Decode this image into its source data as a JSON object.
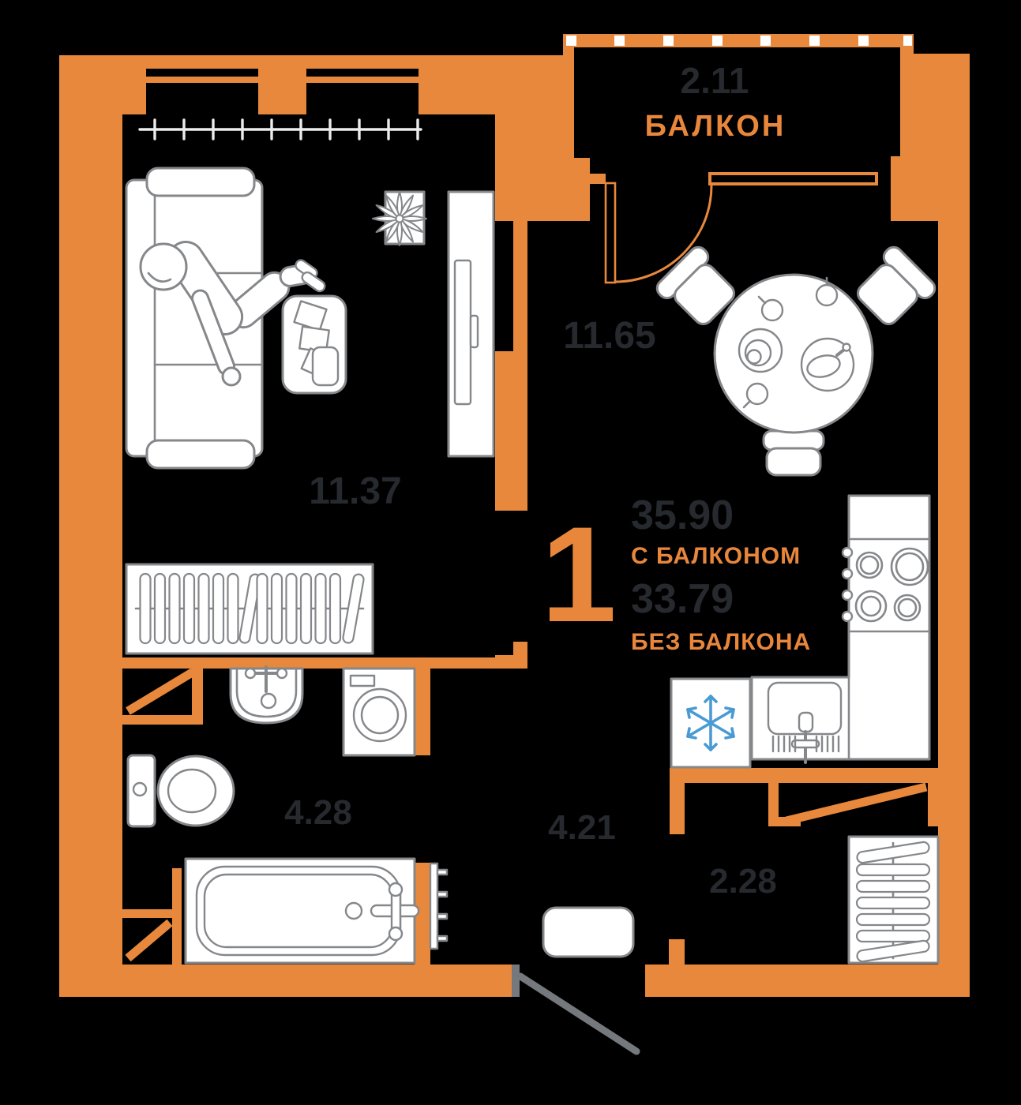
{
  "apartment": {
    "rooms_count": "1",
    "area_with_balcony": "35.90",
    "with_balcony_label": "С БАЛКОНОМ",
    "area_without_balcony": "33.79",
    "without_balcony_label": "БЕЗ БАЛКОНА",
    "balcony": {
      "area": "2.11",
      "label": "БАЛКОН"
    },
    "kitchen_living": {
      "area": "11.65"
    },
    "living_room": {
      "area": "11.37"
    },
    "bathroom": {
      "area": "4.28"
    },
    "hallway": {
      "area": "4.21"
    },
    "storage": {
      "area": "2.28"
    }
  },
  "colors": {
    "wall_accent": "#E8883C",
    "text_dark": "#26292E",
    "furniture_stroke": "#85878A",
    "entry_door_gray": "#75787C",
    "snowflake_blue": "#4A9AD4",
    "background": "#000000",
    "furniture_fill": "#FFFFFF"
  }
}
